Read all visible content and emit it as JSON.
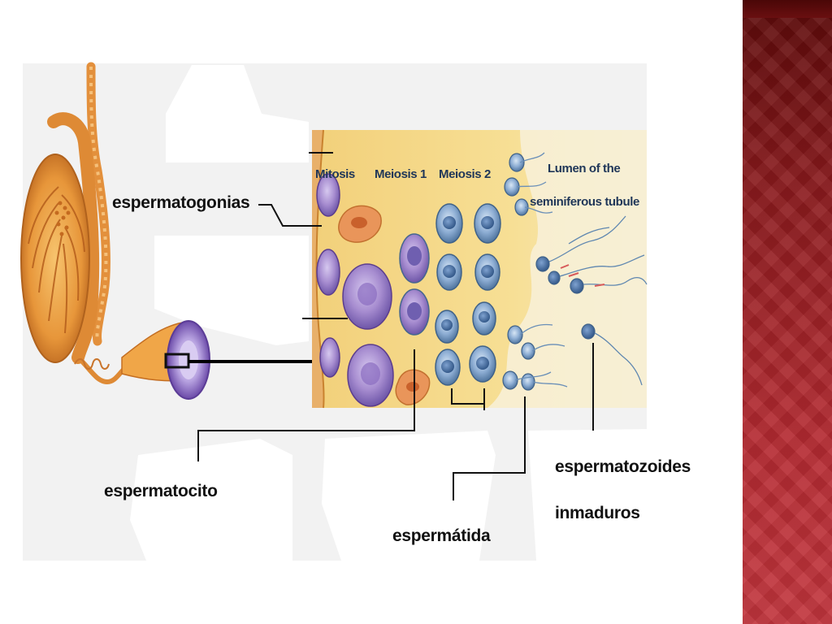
{
  "diagram": {
    "stages": {
      "mitosis": "Mitosis",
      "meiosis1": "Meiosis 1",
      "meiosis2": "Meiosis 2",
      "lumen_line1": "Lumen of the",
      "lumen_line2": "seminiferous tubule"
    },
    "labels": {
      "espermatogonias": "espermatogonias",
      "espermatocito": "espermatocito",
      "espermatida": "espermátida",
      "espermatozoides_line1": "espermatozoides",
      "espermatozoides_line2": "inmaduros"
    }
  },
  "colors": {
    "sidebar": "#b42a31",
    "tubule_bg": "#f6dc8c",
    "cell_purple": "#9c7fc7",
    "cell_blue": "#7d9fc6",
    "testis_orange": "#e39a3f"
  }
}
